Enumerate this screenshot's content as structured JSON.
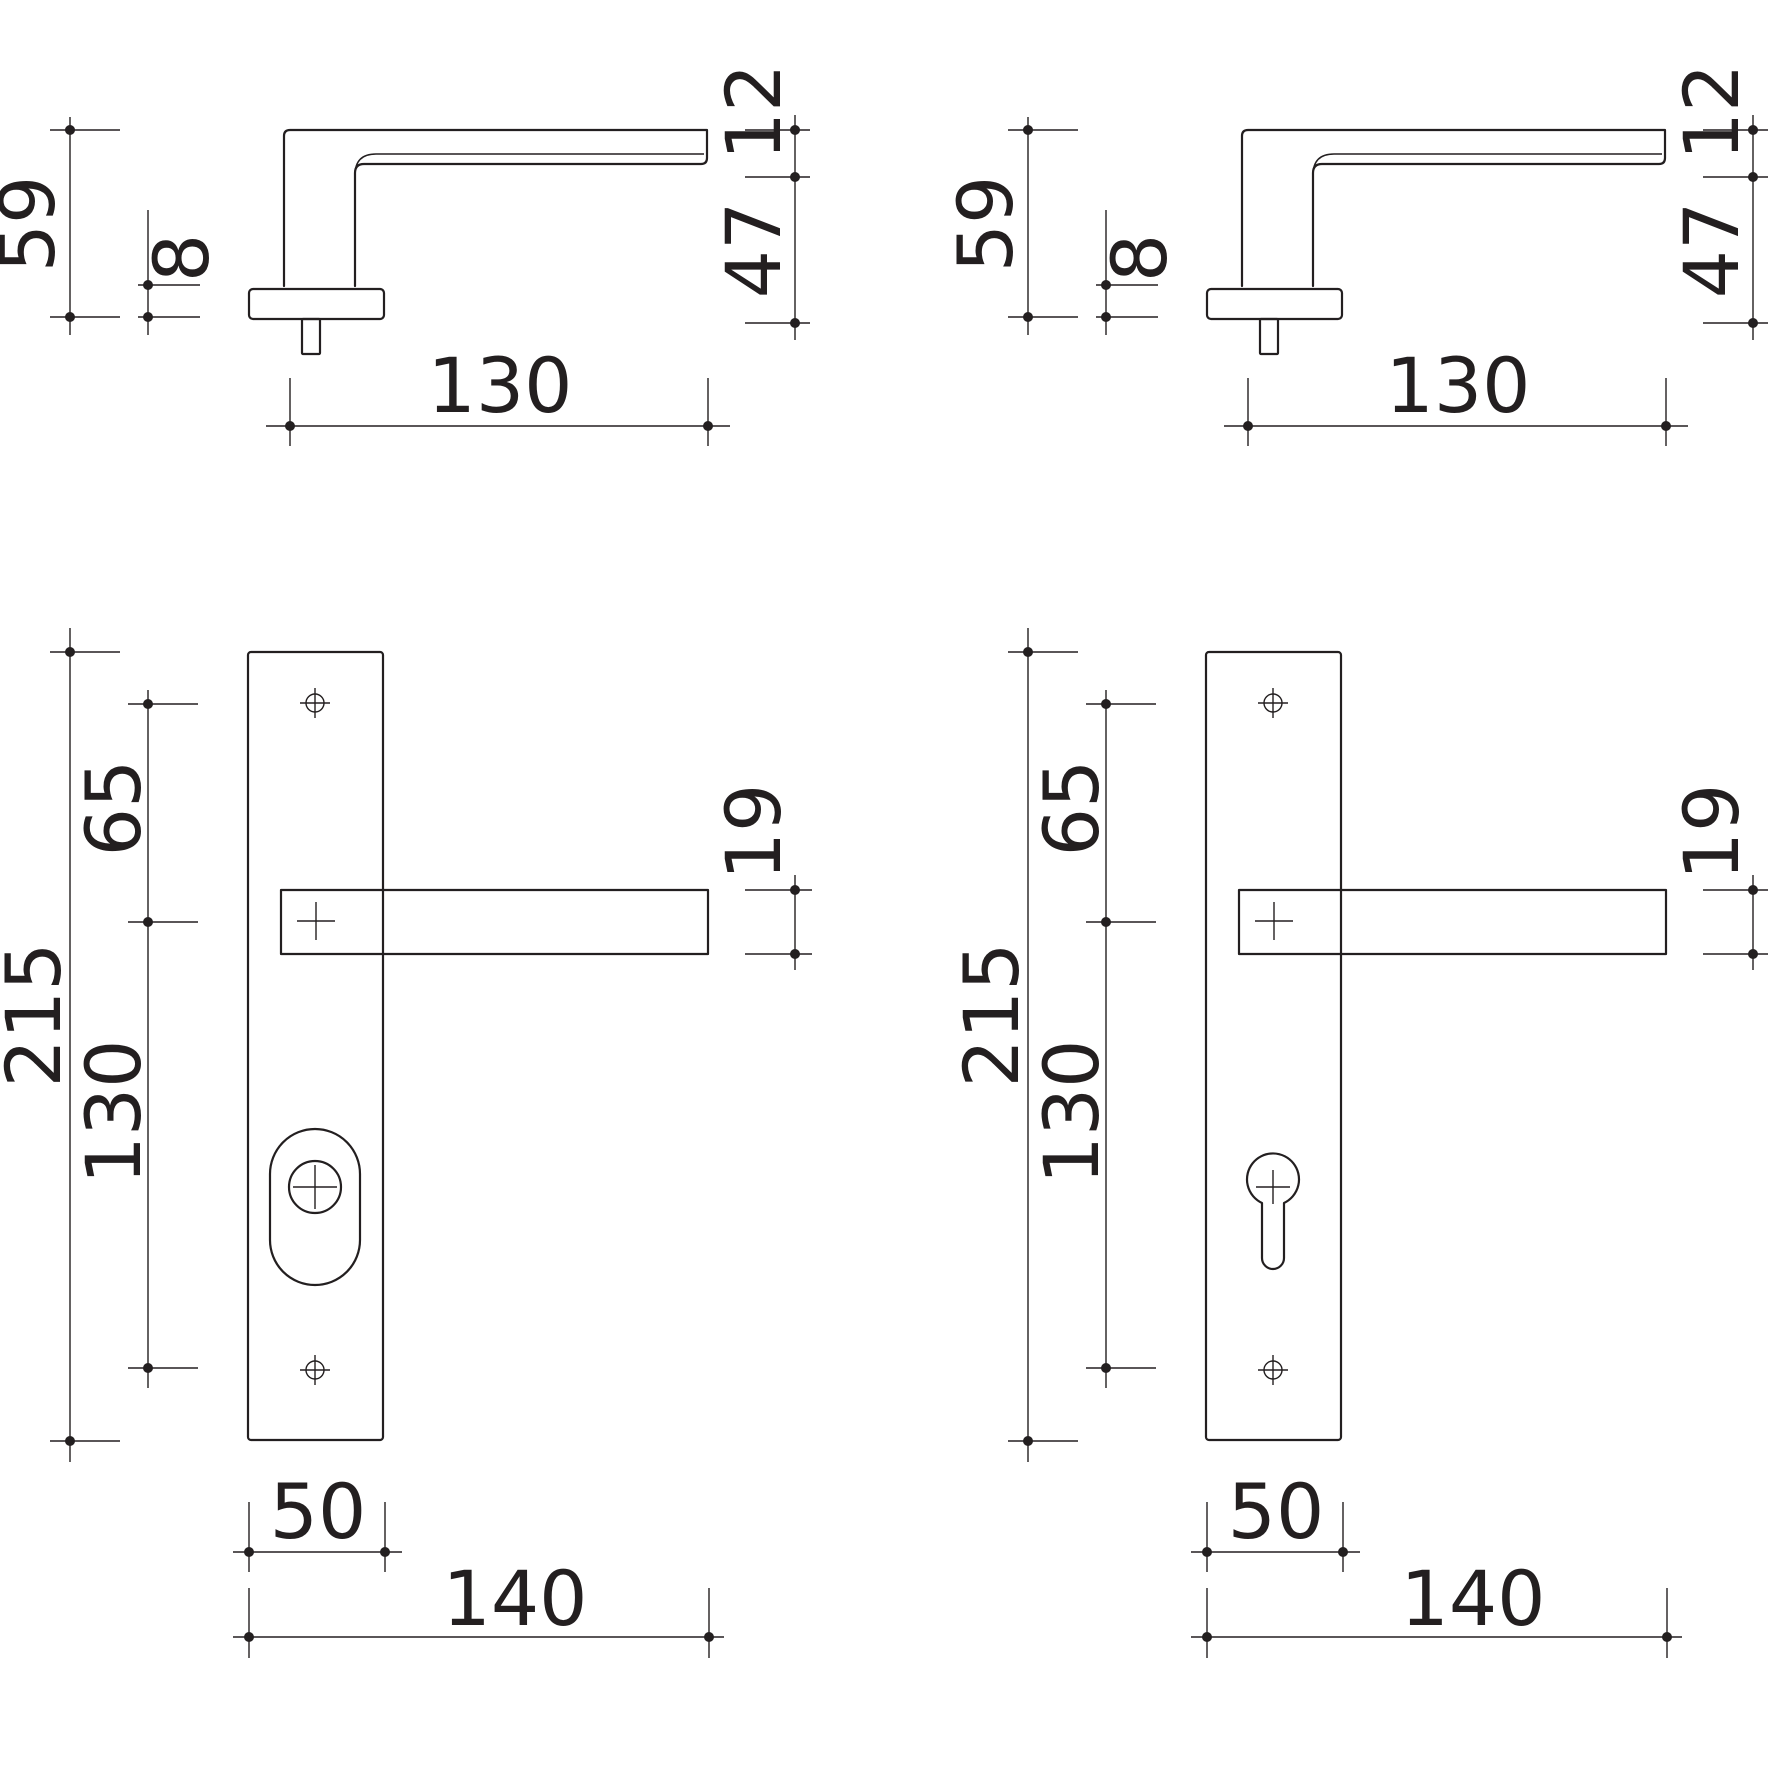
{
  "colors": {
    "ink": "#231f20",
    "background": "#ffffff"
  },
  "dimensions": {
    "side_left": {
      "height_total": "59",
      "rose_thickness": "8",
      "lever_depth": "12",
      "lever_height": "47",
      "projection": "130"
    },
    "side_right": {
      "height_total": "59",
      "rose_thickness": "8",
      "lever_depth": "12",
      "lever_height": "47",
      "projection": "130"
    },
    "front_left": {
      "plate_height": "215",
      "top_to_lever": "65",
      "lever_to_lock": "130",
      "lever_width": "19",
      "plate_width": "50",
      "lever_projection": "140"
    },
    "front_right": {
      "plate_height": "215",
      "top_to_lever": "65",
      "lever_to_lock": "130",
      "lever_width": "19",
      "plate_width": "50",
      "lever_projection": "140"
    }
  },
  "icons": {
    "lock_left": "oval-keyhole-icon",
    "lock_right": "profile-cylinder-keyhole-icon"
  }
}
